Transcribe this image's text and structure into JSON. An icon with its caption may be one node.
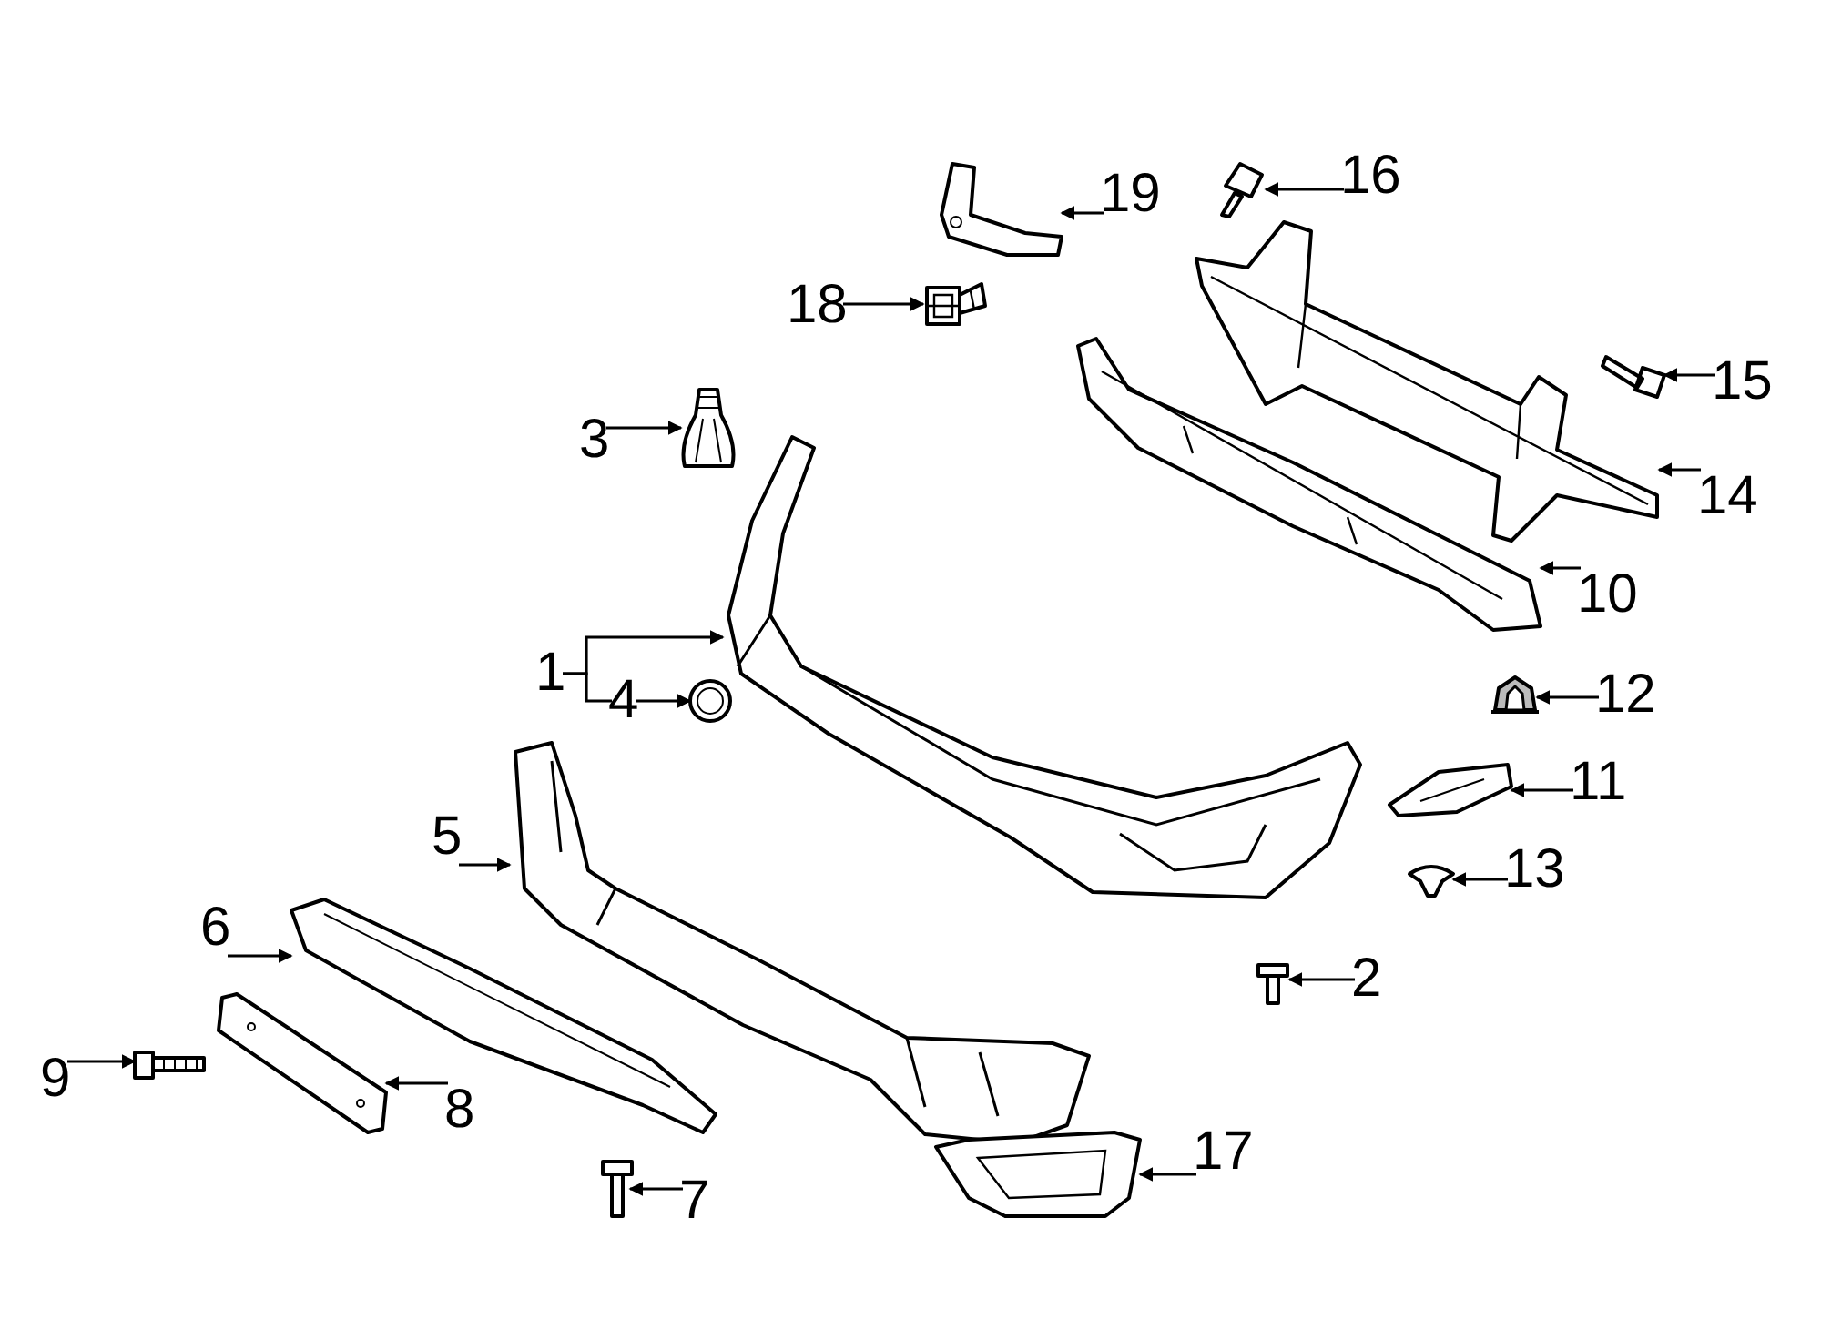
{
  "diagram": {
    "nodes": [
      {
        "text": [
          "1"
        ]
      },
      {
        "text": [
          "2"
        ]
      },
      {
        "text": [
          "3"
        ]
      },
      {
        "text": [
          "4"
        ]
      },
      {
        "text": [
          "5"
        ]
      },
      {
        "text": [
          "6"
        ]
      },
      {
        "text": [
          "7"
        ]
      },
      {
        "text": [
          "8"
        ]
      },
      {
        "text": [
          "9"
        ]
      },
      {
        "text": [
          "10"
        ]
      },
      {
        "text": [
          "11"
        ]
      },
      {
        "text": [
          "12"
        ]
      },
      {
        "text": [
          "13"
        ]
      },
      {
        "text": [
          "14"
        ]
      },
      {
        "text": [
          "15"
        ]
      },
      {
        "text": [
          "16"
        ]
      },
      {
        "text": [
          "17"
        ]
      },
      {
        "text": [
          "18"
        ]
      },
      {
        "text": [
          "19"
        ]
      },
      {
        "text": [],
        "shape": "picture"
      },
      {
        "text": [],
        "shape": "picture"
      },
      {
        "text": [],
        "shape": "picture"
      },
      {
        "text": [],
        "shape": "picture"
      },
      {
        "text": [],
        "shape": "picture"
      },
      {
        "text": [],
        "shape": "picture"
      },
      {
        "text": [],
        "shape": "picture"
      },
      {
        "text": [],
        "shape": "picture"
      },
      {
        "text": [],
        "shape": "picture"
      },
      {
        "text": [],
        "shape": "picture"
      },
      {
        "text": [],
        "shape": "picture"
      },
      {
        "text": [],
        "shape": "picture"
      },
      {
        "text": [],
        "shape": "picture"
      },
      {
        "text": [],
        "shape": "picture"
      },
      {
        "text": [],
        "shape": "picture"
      },
      {
        "text": [],
        "shape": "picture"
      },
      {
        "text": [],
        "shape": "picture"
      },
      {
        "text": [],
        "shape": "picture"
      },
      {
        "text": [],
        "shape": "picture"
      }
    ],
    "edges": [
      {
        "from": 0,
        "to": 19,
        "arrow": "to"
      },
      {
        "from": 1,
        "to": 20,
        "arrow": "to"
      },
      {
        "from": 2,
        "to": 21,
        "arrow": "to"
      },
      {
        "from": 3,
        "to": 22,
        "arrow": "to"
      },
      {
        "from": 4,
        "to": 23,
        "arrow": "to"
      },
      {
        "from": 5,
        "to": 24,
        "arrow": "to"
      },
      {
        "from": 6,
        "to": 25,
        "arrow": "to"
      },
      {
        "from": 7,
        "to": 26,
        "arrow": "to"
      },
      {
        "from": 8,
        "to": 27,
        "arrow": "to"
      },
      {
        "from": 9,
        "to": 28,
        "arrow": "to"
      },
      {
        "from": 10,
        "to": 29,
        "arrow": "to"
      },
      {
        "from": 11,
        "to": 30,
        "arrow": "to"
      },
      {
        "from": 12,
        "to": 31,
        "arrow": "to"
      },
      {
        "from": 13,
        "to": 32,
        "arrow": "to"
      },
      {
        "from": 14,
        "to": 33,
        "arrow": "to"
      },
      {
        "from": 15,
        "to": 34,
        "arrow": "to"
      },
      {
        "from": 16,
        "to": 35,
        "arrow": "to"
      },
      {
        "from": 17,
        "to": 36,
        "arrow": "to"
      },
      {
        "from": 18,
        "to": 37,
        "arrow": "to"
      },
      {
        "from": 0,
        "to": 3,
        "arrow": "none"
      }
    ]
  }
}
